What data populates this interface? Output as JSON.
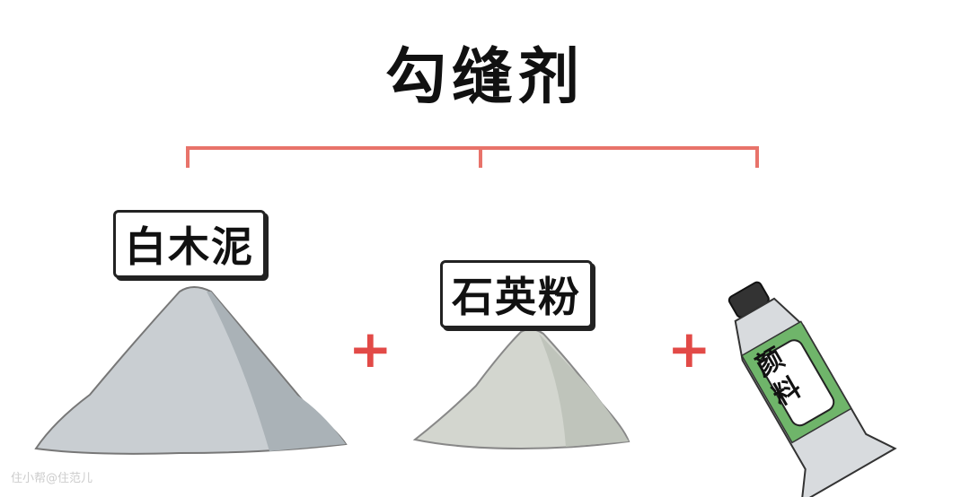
{
  "title": "勾缝剂",
  "components": [
    {
      "label": "白木泥"
    },
    {
      "label": "石英粉"
    },
    {
      "label": "颜料"
    }
  ],
  "operators": [
    "+",
    "+"
  ],
  "watermark": "住小帮@住范儿",
  "colors": {
    "bracket": "#e8736a",
    "plus": "#e24a47",
    "tube_label": "#6fb56a"
  }
}
